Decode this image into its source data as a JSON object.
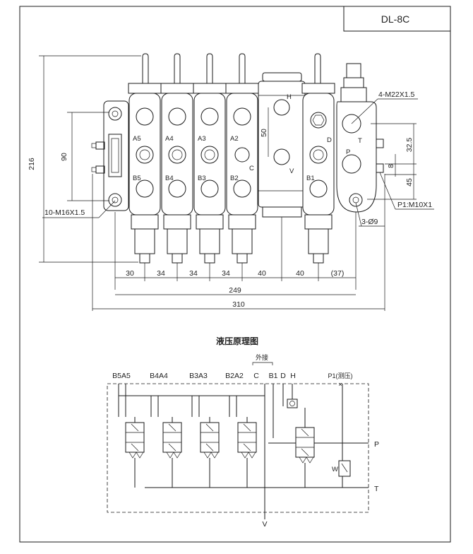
{
  "drawing": {
    "model": "DL-8C",
    "front_view": {
      "section_labels": [
        "A5",
        "A4",
        "A3",
        "A2",
        "B5",
        "B4",
        "B3",
        "B2",
        "H",
        "V",
        "C",
        "D",
        "B1",
        "T",
        "P"
      ],
      "callouts": {
        "top_right": "4-M22X1.5",
        "port_p1": "P1:M10X1",
        "holes": "3-Ø9",
        "left_bolts": "10-M16X1.5"
      },
      "dims_bottom": [
        "30",
        "34",
        "34",
        "34",
        "40",
        "40",
        "(37)"
      ],
      "dim_249": "249",
      "dim_310": "310",
      "dim_216": "216",
      "dim_90": "90",
      "dim_50": "50",
      "dims_right": [
        "32.5",
        "8",
        "45"
      ]
    },
    "schematic": {
      "title": "液压原理图",
      "external_label": "外接",
      "top_ports": [
        "B5A5",
        "B4A4",
        "B3A3",
        "B2A2",
        "C",
        "B1",
        "D",
        "H",
        "P1(测压)"
      ],
      "right_ports": [
        "P",
        "T"
      ],
      "bottom_port": "V",
      "relief_label": "W"
    }
  }
}
